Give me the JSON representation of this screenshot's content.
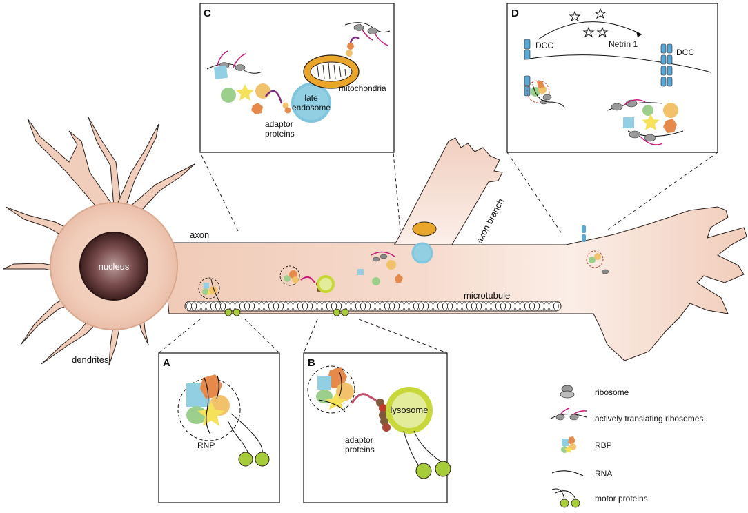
{
  "labels": {
    "nucleus": "nucleus",
    "axon": "axon",
    "axon_branch": "axon branch",
    "microtubule": "microtubule",
    "dendrites": "dendrites"
  },
  "panels": {
    "A": {
      "letter": "A",
      "rnp": "RNP"
    },
    "B": {
      "letter": "B",
      "lysosome": "lysosome",
      "adaptor_line1": "adaptor",
      "adaptor_line2": "proteins"
    },
    "C": {
      "letter": "C",
      "late": "late",
      "endosome": "endosome",
      "mitochondria": "mitochondria",
      "adaptor_line1": "adaptor",
      "adaptor_line2": "proteins"
    },
    "D": {
      "letter": "D",
      "netrin": "Netrin 1",
      "dcc_left": "DCC",
      "dcc_right": "DCC"
    }
  },
  "legend": [
    {
      "label": "ribosome",
      "icon": "ribosome-icon"
    },
    {
      "label": "actively translating ribosomes",
      "icon": "polysome-icon"
    },
    {
      "label": "RBP",
      "icon": "rbp-icon"
    },
    {
      "label": "RNA",
      "icon": "rna-icon"
    },
    {
      "label": "motor proteins",
      "icon": "motor-protein-icon"
    }
  ],
  "colors": {
    "neuron_fill": "#f4d4c4",
    "neuron_stroke": "#2a1f1a",
    "nucleus_dark": "#4a2626",
    "late_endosome": "#7fc6de",
    "mitochondria": "#e9a62a",
    "lysosome": "#c8d83a",
    "motor_protein": "#a7cc3a",
    "rbp_blue": "#92cfe3",
    "rbp_orange": "#e68a4c",
    "rbp_yellow": "#f6e15a",
    "rbp_green": "#9ccf8c",
    "rbp_peach": "#f1c26b",
    "mrna_magenta": "#c8197a",
    "adaptor_red": "#c0392b",
    "dcc_blue": "#5aa8d4"
  }
}
